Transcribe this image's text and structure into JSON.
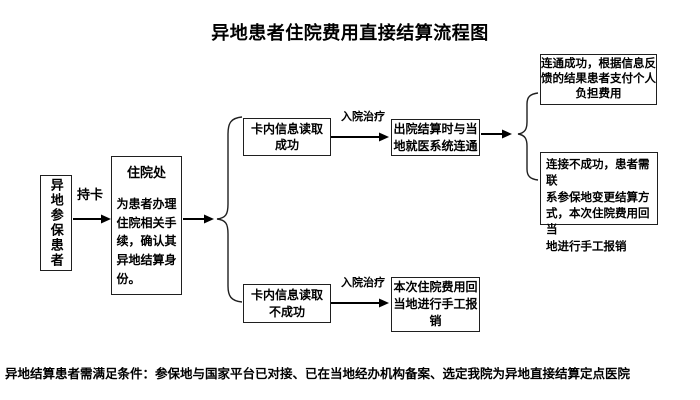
{
  "title": "异地患者住院费用直接结算流程图",
  "flow": {
    "patient": "异地参保患者",
    "card_label": "持卡",
    "office": {
      "title": "住院处",
      "body": "为患者办理\n住院相关手\n续，确认其\n异地结算身\n份。"
    },
    "read_success": "卡内信息读取\n成功",
    "read_fail": "卡内信息读取\n不成功",
    "treat_label_top": "入院治疗",
    "treat_label_bottom": "入院治疗",
    "discharge_connect": "出院结算时与当\n地就医系统连通",
    "connect_success": "连通成功，根据信息反\n馈的结果患者支付个人\n负担费用",
    "connect_fail": "连接不成功，患者需联\n系参保地变更结算方\n式，本次住院费用回当\n地进行手工报销",
    "manual_reimburse": "本次住院费用回\n当地进行手工报\n销"
  },
  "footer": "异地结算患者需满足条件：参保地与国家平台已对接、已在当地经办机构备案、选定我院为异地直接结算定点医院",
  "colors": {
    "background": "#ffffff",
    "text": "#000000",
    "line": "#000000",
    "box_border": "#1f1f1f"
  }
}
